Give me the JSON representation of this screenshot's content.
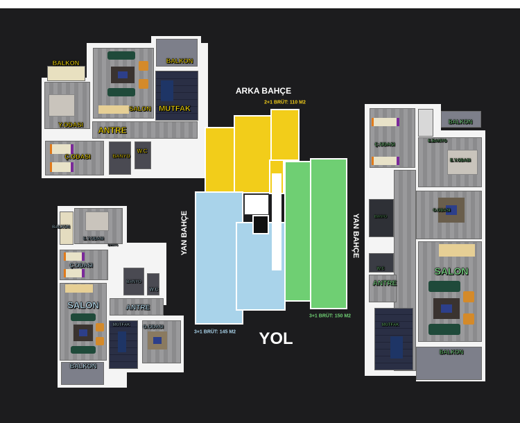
{
  "top_left_plan": {
    "rooms": [
      "BALKON",
      "BALKON",
      "SALON",
      "MUTFAK",
      "Y.ODASI",
      "ANTRE",
      "Ç.ODASI",
      "BANYO",
      "W.C"
    ]
  },
  "center_plan": {
    "arka_bahce": "ARKA BAHÇE",
    "yan_bahce_left": "YAN BAHÇE",
    "yan_bahce_right": "YAN BAHÇE",
    "yol": "YOL",
    "unit_yellow": "2+1 BRÜT: 110 M2",
    "unit_blue": "3+1 BRÜT: 145 M2",
    "unit_green": "3+1 BRÜT: 150 M2",
    "colors": {
      "yellow": "#f2cd1a",
      "blue": "#a9d3ea",
      "green": "#6fcf73"
    }
  },
  "bottom_left_plan": {
    "rooms": [
      "BALKON",
      "E.Y.ODASI",
      "BANYO",
      "Ç.ODASI",
      "BANYO",
      "W.C",
      "SALON",
      "ANTRE",
      "MUTFAK",
      "O.ODASI",
      "BALKON"
    ]
  },
  "right_plan": {
    "rooms": [
      "BALKON",
      "E.BANYO",
      "Ç.ODASI",
      "E.Y.ODASI",
      "O.ODASI",
      "BANYO",
      "SALON",
      "W.C",
      "ANTRE",
      "MUTFAK",
      "BALKON"
    ]
  }
}
